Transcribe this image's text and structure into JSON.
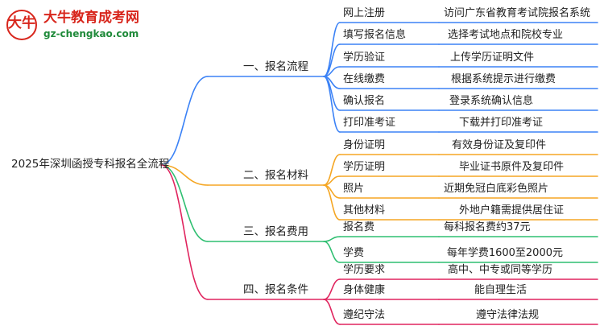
{
  "logo": {
    "badge_text": "大牛",
    "title": "大牛教育成考网",
    "url": "gz-chengkao.com"
  },
  "root": {
    "label": "2025年深圳函授专科报名全流程"
  },
  "colors": {
    "blue": "#3b82f6",
    "orange": "#f5a623",
    "green": "#2fbf71",
    "red": "#e0245e"
  },
  "branches": [
    {
      "label": "一、报名流程",
      "color": "blue",
      "items": [
        {
          "name": "网上注册",
          "detail": "访问广东省教育考试院报名系统"
        },
        {
          "name": "填写报名信息",
          "detail": "选择考试地点和院校专业"
        },
        {
          "name": "学历验证",
          "detail": "上传学历证明文件"
        },
        {
          "name": "在线缴费",
          "detail": "根据系统提示进行缴费"
        },
        {
          "name": "确认报名",
          "detail": "登录系统确认信息"
        },
        {
          "name": "打印准考证",
          "detail": "下载并打印准考证"
        }
      ]
    },
    {
      "label": "二、报名材料",
      "color": "orange",
      "items": [
        {
          "name": "身份证明",
          "detail": "有效身份证及复印件"
        },
        {
          "name": "学历证明",
          "detail": "毕业证书原件及复印件"
        },
        {
          "name": "照片",
          "detail": "近期免冠白底彩色照片"
        },
        {
          "name": "其他材料",
          "detail": "外地户籍需提供居住证"
        }
      ]
    },
    {
      "label": "三、报名费用",
      "color": "green",
      "items": [
        {
          "name": "报名费",
          "detail": "每科报名费约37元"
        },
        {
          "name": "学费",
          "detail": "每年学费1600至2000元"
        }
      ]
    },
    {
      "label": "四、报名条件",
      "color": "red",
      "items": [
        {
          "name": "学历要求",
          "detail": "高中、中专或同等学历"
        },
        {
          "name": "身体健康",
          "detail": "能自理生活"
        },
        {
          "name": "遵纪守法",
          "detail": "遵守法律法规"
        }
      ]
    }
  ]
}
